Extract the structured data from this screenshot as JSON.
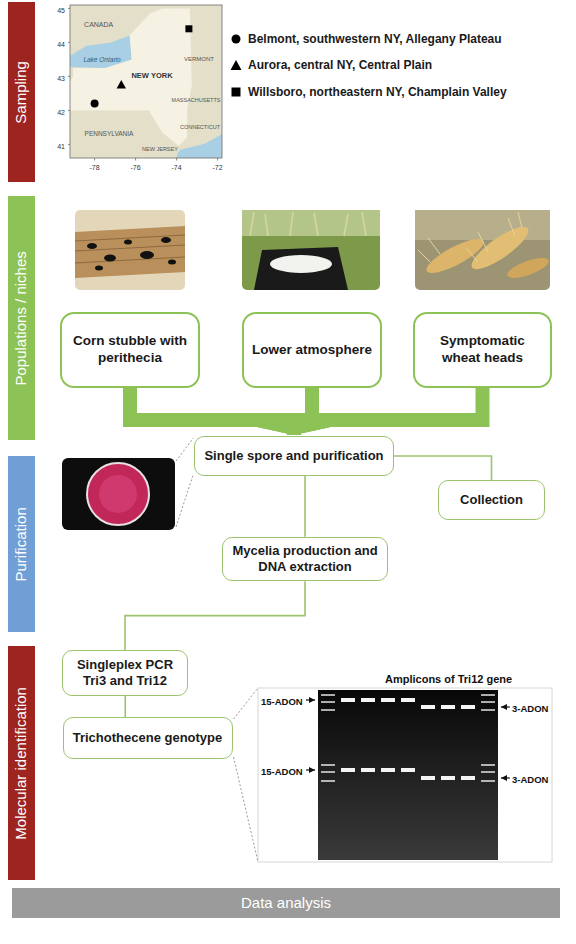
{
  "diagram": {
    "nodes": [
      {
        "text": [
          "Sampling"
        ]
      },
      {
        "text": [
          "Populations / niches"
        ]
      },
      {
        "text": [
          "Purification"
        ]
      },
      {
        "text": [
          "Molecular identification"
        ]
      },
      {
        "text": [
          "Corn stubble with perithecia"
        ]
      },
      {
        "text": [
          "Lower atmosphere"
        ]
      },
      {
        "text": [
          "Symptomatic wheat heads"
        ]
      },
      {
        "text": [
          "Single spore and purification"
        ]
      },
      {
        "text": [
          "Collection"
        ]
      },
      {
        "text": [
          "Mycelia production and DNA extraction"
        ]
      },
      {
        "text": [
          "Singleplex PCR Tri3 and Tri12"
        ]
      },
      {
        "text": [
          "Trichothecene genotype"
        ]
      },
      {
        "text": [
          "Data analysis"
        ]
      }
    ],
    "edges": [
      {
        "from": 4,
        "to": 7,
        "arrow": "to"
      },
      {
        "from": 5,
        "to": 7,
        "arrow": "to"
      },
      {
        "from": 6,
        "to": 7,
        "arrow": "to"
      },
      {
        "from": 7,
        "to": 8,
        "arrow": "none"
      },
      {
        "from": 7,
        "to": 9,
        "arrow": "none"
      },
      {
        "from": 9,
        "to": 10,
        "arrow": "none"
      },
      {
        "from": 10,
        "to": 11,
        "arrow": "none"
      }
    ],
    "labels": [
      "CANADA",
      "Lake Ontario",
      "NEW YORK",
      "VERMONT",
      "MASSACHUSETTS",
      "CONNECTICUT",
      "PENNSYLVANIA",
      "NEW JERSEY",
      "45",
      "44",
      "43",
      "42",
      "41",
      "-78",
      "-76",
      "-74",
      "-72",
      "Amplicons of Tri12 gene",
      "15-ADON",
      "3-ADON",
      "15-ADON",
      "3-ADON"
    ],
    "legend": [
      {
        "text": "Belmont, southwestern NY, Allegany Plateau"
      },
      {
        "text": "Aurora, central NY, Central Plain"
      },
      {
        "text": "Willsboro, northeastern NY, Champlain Valley"
      }
    ]
  }
}
